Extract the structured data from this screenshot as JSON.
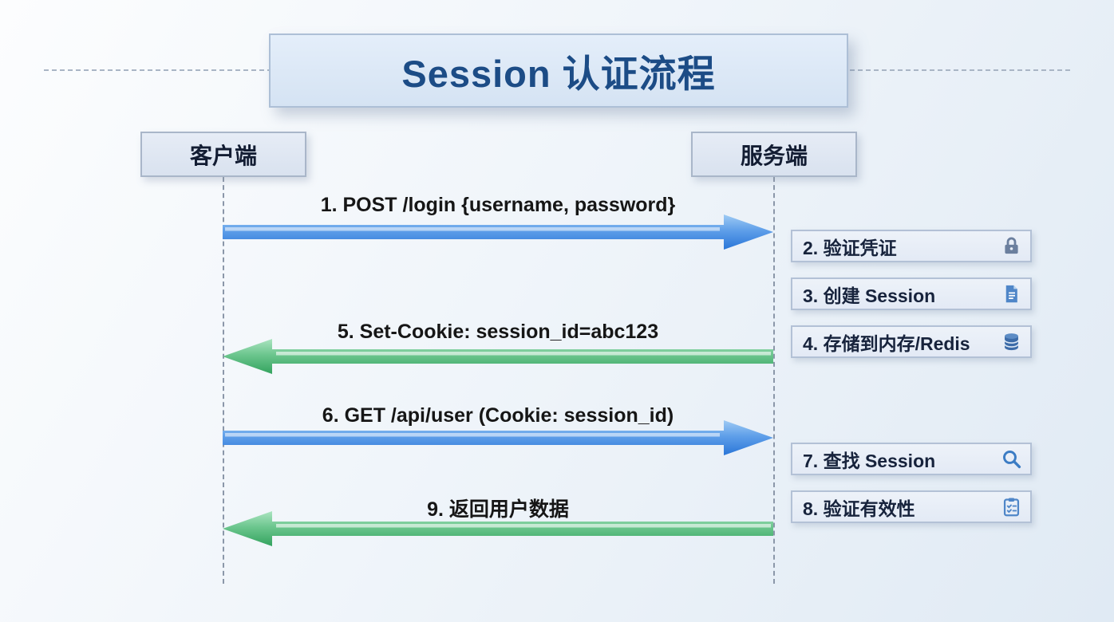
{
  "title": "Session 认证流程",
  "actors": {
    "client": "客户端",
    "server": "服务端"
  },
  "messages": [
    {
      "label": "1. POST /login {username, password}",
      "direction": "right",
      "color": "blue"
    },
    {
      "label": "5. Set-Cookie: session_id=abc123",
      "direction": "left",
      "color": "green"
    },
    {
      "label": "6. GET /api/user (Cookie: session_id)",
      "direction": "right",
      "color": "blue"
    },
    {
      "label": "9. 返回用户数据",
      "direction": "left",
      "color": "green"
    }
  ],
  "server_steps": [
    {
      "label": "2. 验证凭证",
      "icon": "lock-icon"
    },
    {
      "label": "3. 创建 Session",
      "icon": "document-icon"
    },
    {
      "label": "4. 存储到内存/Redis",
      "icon": "database-icon"
    },
    {
      "label": "7. 查找 Session",
      "icon": "search-icon"
    },
    {
      "label": "8. 验证有效性",
      "icon": "checklist-icon"
    }
  ],
  "colors": {
    "blue_arrow": "#2a76d8",
    "green_arrow": "#33a35e",
    "title_text": "#1c4c86"
  }
}
